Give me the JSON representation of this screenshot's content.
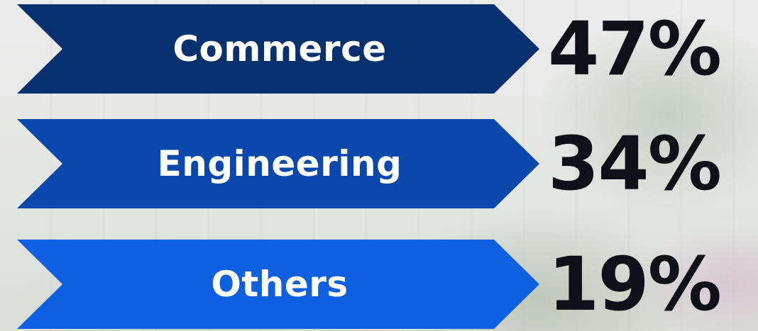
{
  "chart_data": {
    "type": "bar",
    "categories": [
      "Commerce",
      "Engineering",
      "Others"
    ],
    "values": [
      47,
      34,
      19
    ],
    "value_labels": [
      "47%",
      "34%",
      "19%"
    ],
    "colors": [
      "#06306e",
      "#0a48ad",
      "#0e60e0"
    ],
    "value_color": "#0e1117",
    "label_color": "#ffffff"
  }
}
